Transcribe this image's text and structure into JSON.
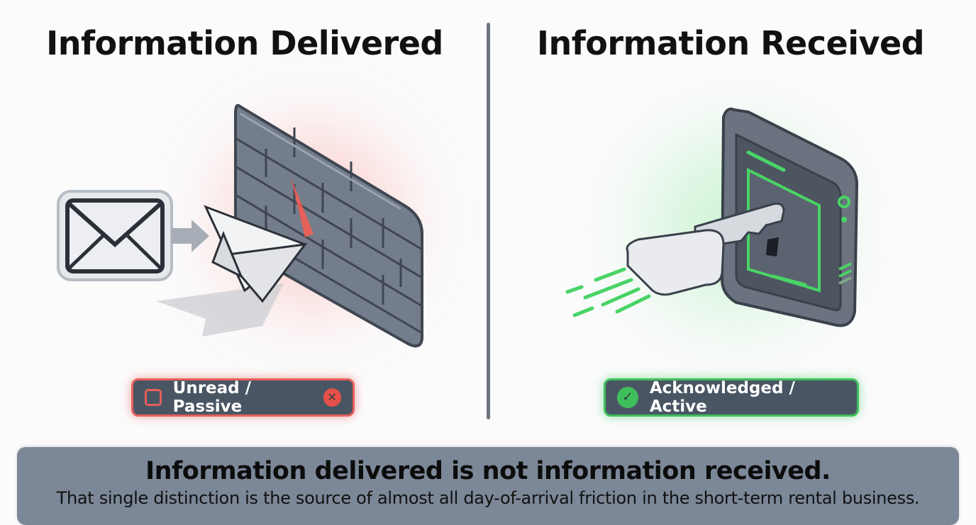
{
  "left_panel": {
    "title": "Information Delivered",
    "badge_label": "Unread / Passive",
    "badge_icon_left": "checkbox-empty-icon",
    "badge_icon_right": "x-circle-icon",
    "badge_icon_right_glyph": "✕",
    "illustration": [
      "envelope-icon",
      "arrow-right-icon",
      "paper-plane-icon",
      "brick-wall-icon"
    ],
    "accent_color": "#e5605a"
  },
  "right_panel": {
    "title": "Information Received",
    "badge_label": "Acknowledged / Active",
    "badge_icon": "check-circle-icon",
    "badge_icon_glyph": "✓",
    "illustration": [
      "key-icon",
      "lock-device-icon"
    ],
    "accent_color": "#3fbf5c"
  },
  "footer": {
    "headline": "Information delivered is not information received.",
    "subline": "That single distinction is the source of almost all day-of-arrival friction in the short-term rental business."
  }
}
